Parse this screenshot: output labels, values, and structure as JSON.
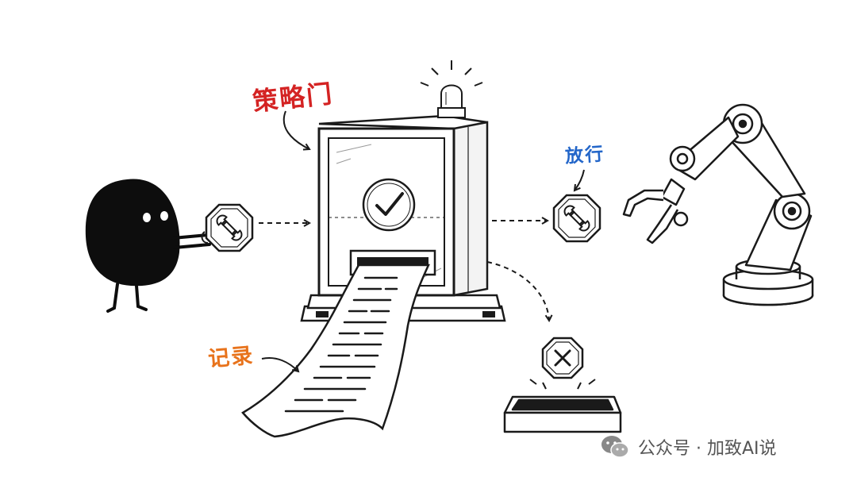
{
  "colors": {
    "ink": "#1a1a1a",
    "paper": "#ffffff",
    "gate_label": "#d42323",
    "pass_label": "#2366c9",
    "log_label": "#e8731c",
    "watermark": "#555555"
  },
  "annotations": {
    "policy_gate": "策略门",
    "allow": "放行",
    "record": "记录"
  },
  "watermark": {
    "text": "公众号 · 加致AI说"
  },
  "icons": {
    "token": "wrench-icon",
    "approved": "checkmark-icon",
    "rejected": "x-icon",
    "alarm": "beacon-light-icon",
    "source": "wechat-icon"
  }
}
